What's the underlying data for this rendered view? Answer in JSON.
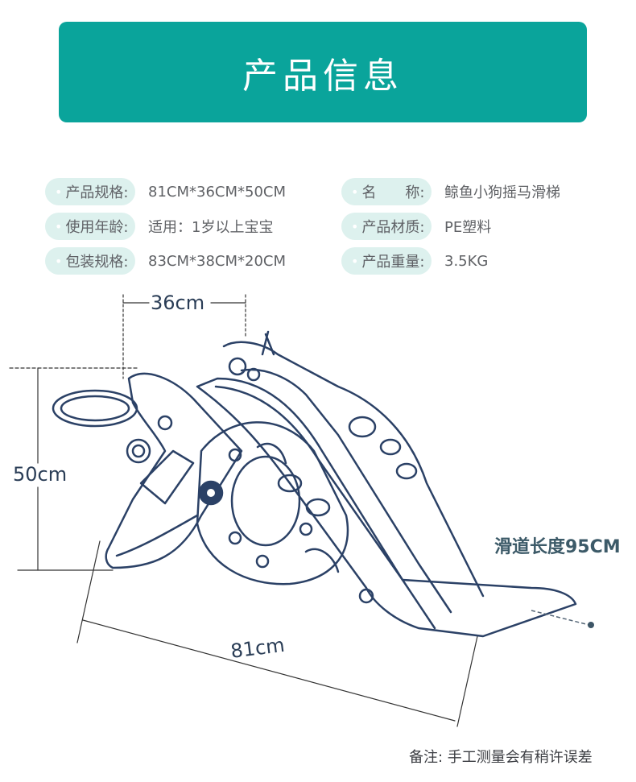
{
  "header": {
    "title": "产品信息"
  },
  "specs": {
    "left": [
      {
        "label": "产品规格:",
        "value": "81CM*36CM*50CM"
      },
      {
        "label": "使用年龄:",
        "value": "适用：1岁以上宝宝"
      },
      {
        "label": "包装规格:",
        "value": "83CM*38CM*20CM"
      }
    ],
    "right": [
      {
        "label": "名　　称:",
        "value": "鲸鱼小狗摇马滑梯"
      },
      {
        "label": "产品材质:",
        "value": "PE塑料"
      },
      {
        "label": "产品重量:",
        "value": "3.5KG"
      }
    ]
  },
  "dimensions": {
    "width": "36cm",
    "height": "50cm",
    "length": "81cm",
    "slide": "滑道长度95CM"
  },
  "note": "备注: 手工测量会有稍许误差",
  "colors": {
    "accent": "#0aa49b",
    "label_bg": "#ddf1ee",
    "line": "#2b4166"
  }
}
